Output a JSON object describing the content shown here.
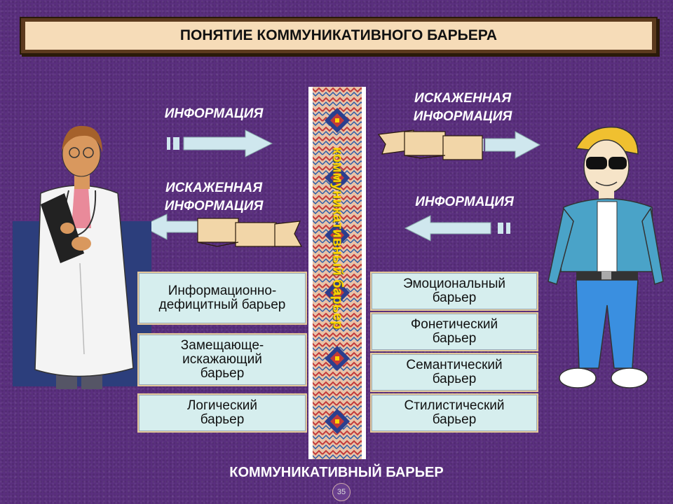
{
  "title": "ПОНЯТИЕ КОММУНИКАТИВНОГО БАРЬЕРА",
  "labels": {
    "info_top_left": "ИНФОРМАЦИЯ",
    "distorted_top_right": "ИСКАЖЕННАЯ ИНФОРМАЦИЯ",
    "distorted_mid_left": "ИСКАЖЕННАЯ ИНФОРМАЦИЯ",
    "info_mid_right": "ИНФОРМАЦИЯ"
  },
  "barrier_label": "коммуникативный барьер",
  "left_barriers": [
    "Информационно-дефицитный барьер",
    "Замещающе-искажающий барьер",
    "Логический барьер"
  ],
  "right_barriers": [
    "Эмоциональный барьер",
    "Фонетический барьер",
    "Семантический барьер",
    "Стилистический барьер"
  ],
  "caption": "КОММУНИКАТИВНЫЙ БАРЬЕР",
  "page_number": "35",
  "colors": {
    "background": "#5a2f7e",
    "box_fill": "#d6eeee",
    "arrow_fill": "#cfe7ee",
    "barrier_text": "#ffd400",
    "scroll_fill": "#f2d6a8"
  }
}
